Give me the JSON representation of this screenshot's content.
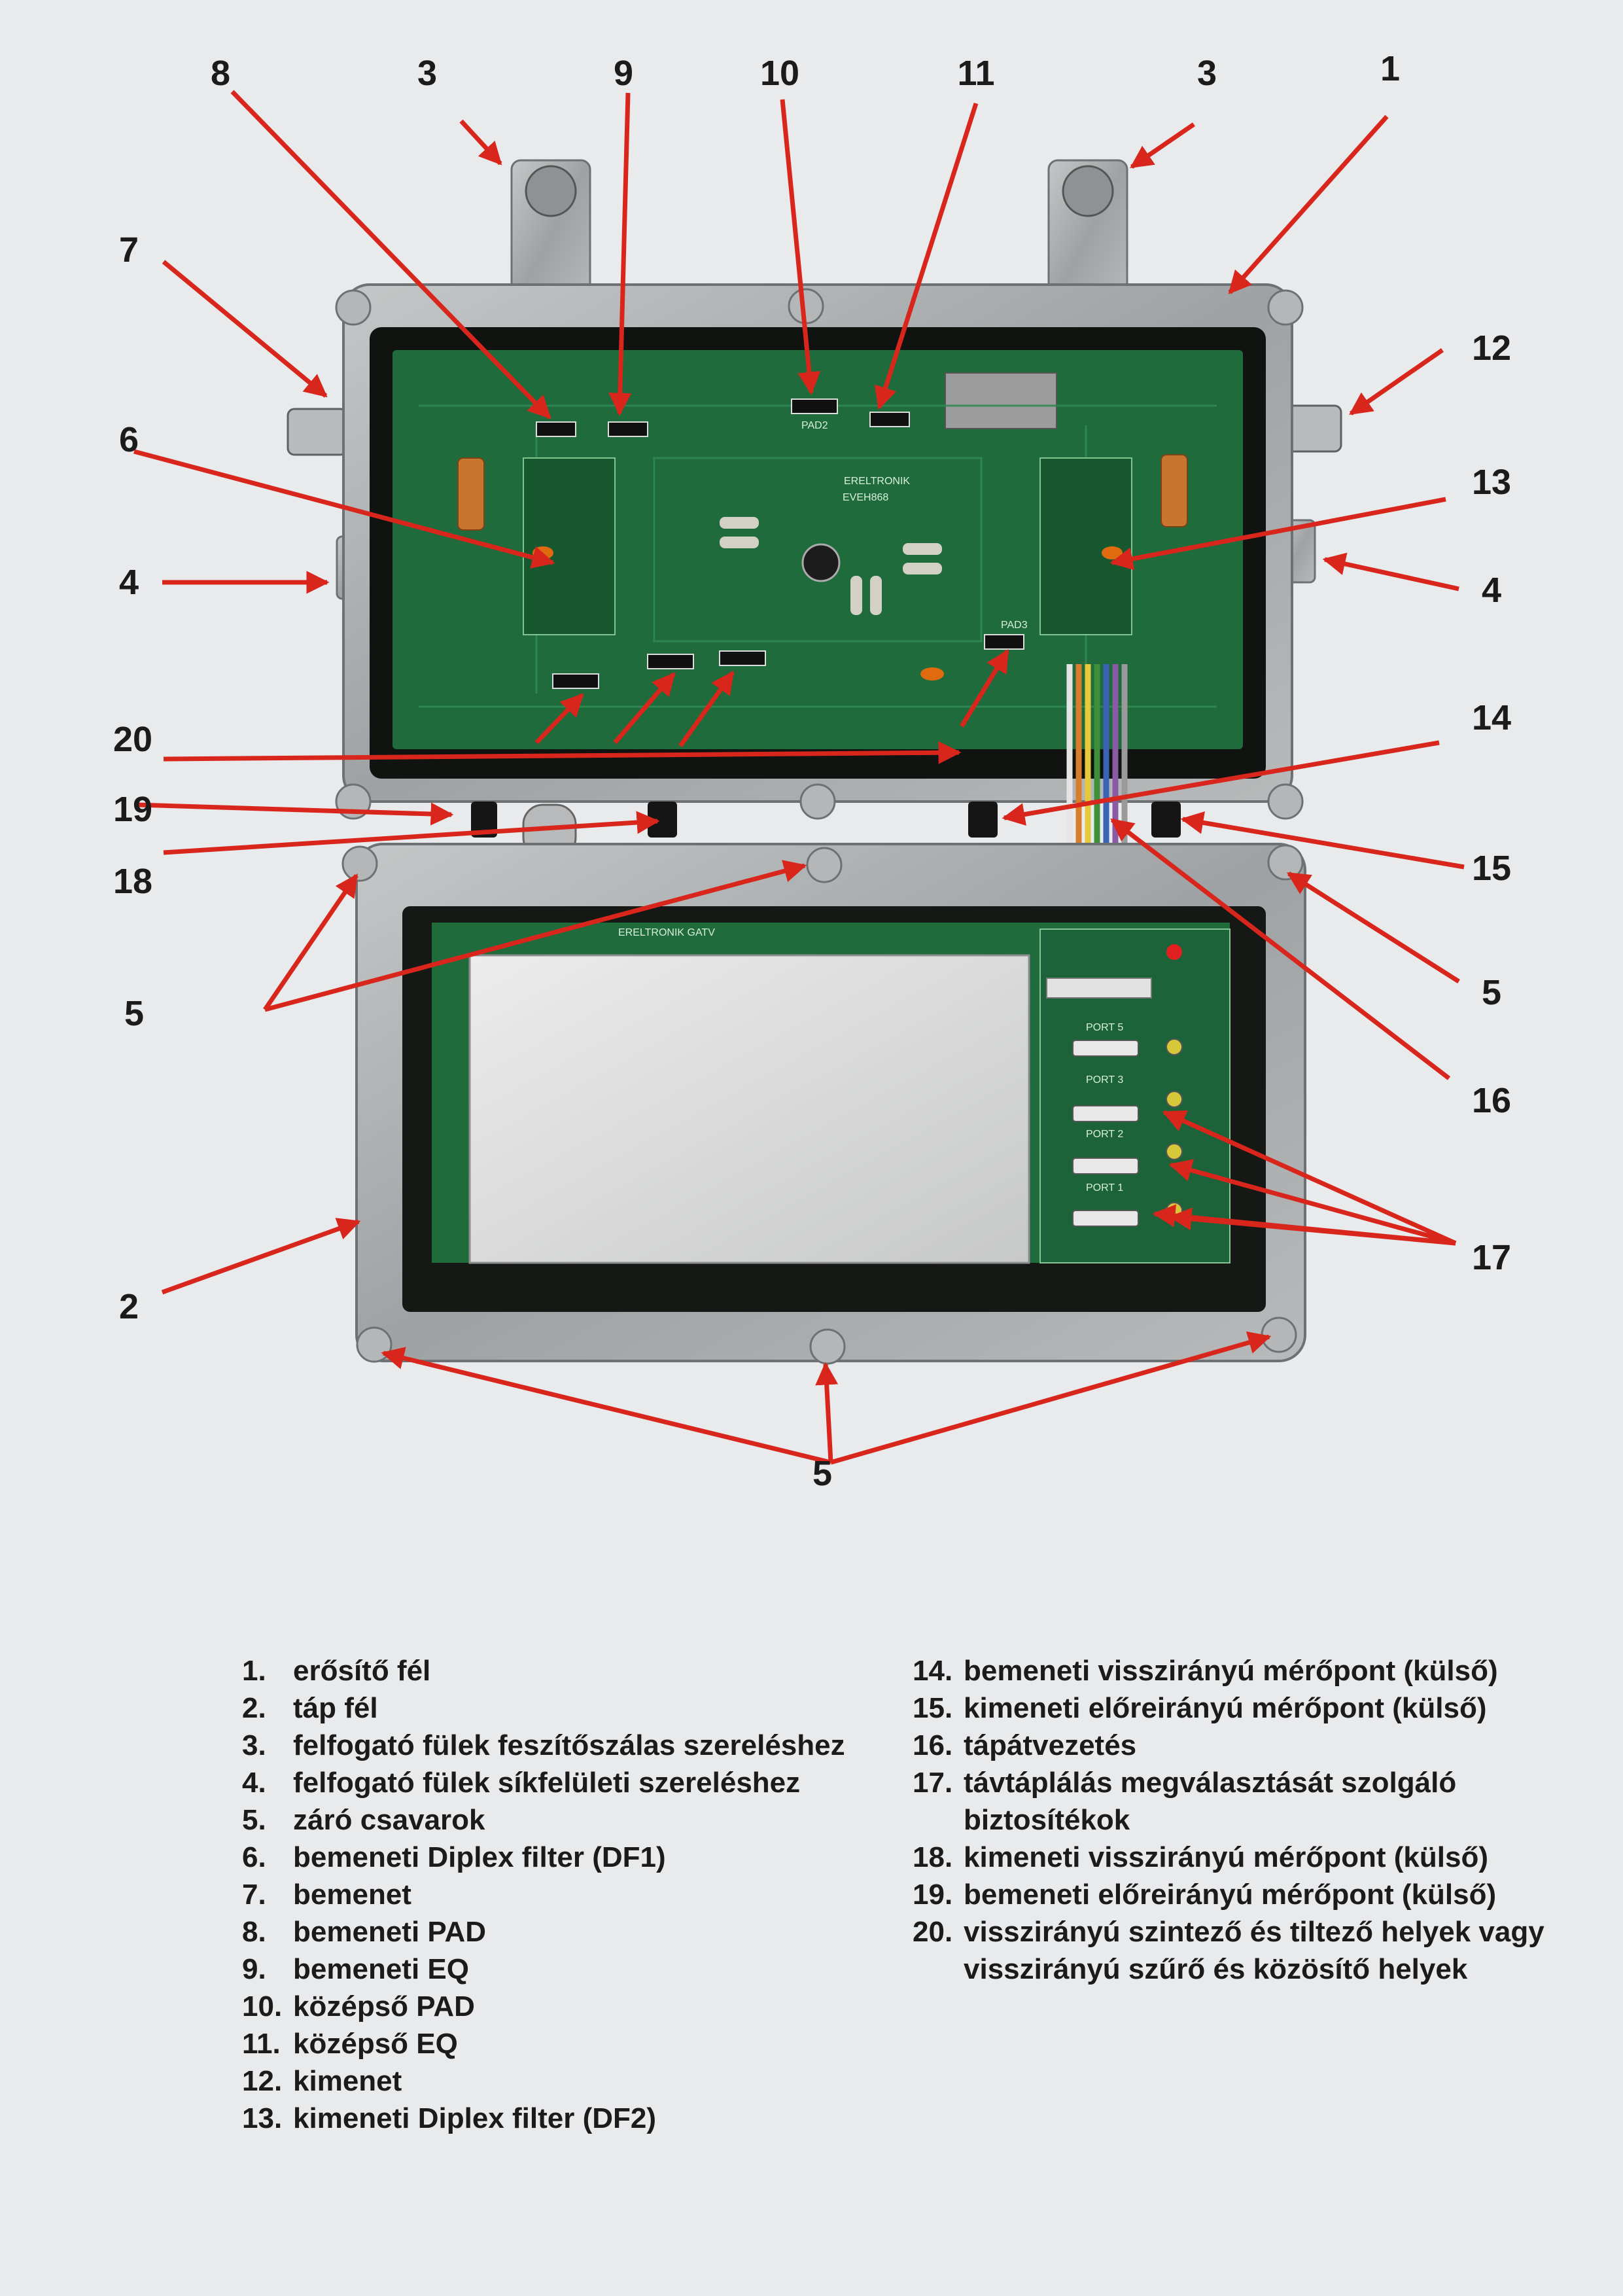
{
  "callouts": [
    "1",
    "2",
    "3",
    "4",
    "5",
    "6",
    "7",
    "8",
    "9",
    "10",
    "11",
    "12",
    "13",
    "14",
    "15",
    "16",
    "17",
    "18",
    "19",
    "20"
  ],
  "pcb_texts": {
    "top_board": "ERELTRONIK",
    "top_board_model": "EVEH868",
    "bottom_board": "ERELTRONIK GATV",
    "pad_center": "PAD2",
    "pad3": "PAD3",
    "port5": "PORT 5",
    "port3": "PORT 3",
    "port2": "PORT 2",
    "port1": "PORT 1"
  },
  "legend_left": [
    {
      "num": "1.",
      "text": "erősítő fél"
    },
    {
      "num": "2.",
      "text": "táp fél"
    },
    {
      "num": "3.",
      "text": "felfogató fülek feszítőszálas szereléshez"
    },
    {
      "num": "4.",
      "text": "felfogató fülek síkfelületi szereléshez"
    },
    {
      "num": "5.",
      "text": "záró csavarok"
    },
    {
      "num": "6.",
      "text": "bemeneti Diplex filter (DF1)"
    },
    {
      "num": "7.",
      "text": "bemenet"
    },
    {
      "num": "8.",
      "text": "bemeneti PAD"
    },
    {
      "num": "9.",
      "text": "bemeneti EQ"
    },
    {
      "num": "10.",
      "text": "középső PAD"
    },
    {
      "num": "11.",
      "text": "középső EQ"
    },
    {
      "num": "12.",
      "text": "kimenet"
    },
    {
      "num": "13.",
      "text": "kimeneti Diplex filter (DF2)"
    }
  ],
  "legend_right": [
    {
      "num": "14.",
      "text": "bemeneti visszirányú mérőpont (külső)"
    },
    {
      "num": "15.",
      "text": "kimeneti előreirányú mérőpont (külső)"
    },
    {
      "num": "16.",
      "text": "tápátvezetés"
    },
    {
      "num": "17.",
      "text": "távtáplálás megválasztását szolgáló biztosítékok"
    },
    {
      "num": "18.",
      "text": "kimeneti visszirányú mérőpont (külső)"
    },
    {
      "num": "19.",
      "text": "bemeneti előreirányú mérőpont (külső)"
    },
    {
      "num": "20.",
      "text": "visszirányú szintező és tiltező helyek vagy visszirányú szűrő és közösítő helyek"
    }
  ],
  "colors": {
    "arrow": "#d9261c",
    "pcb": "#1f6b3c",
    "housing": "#a9acae",
    "background": "#e9eaec"
  }
}
